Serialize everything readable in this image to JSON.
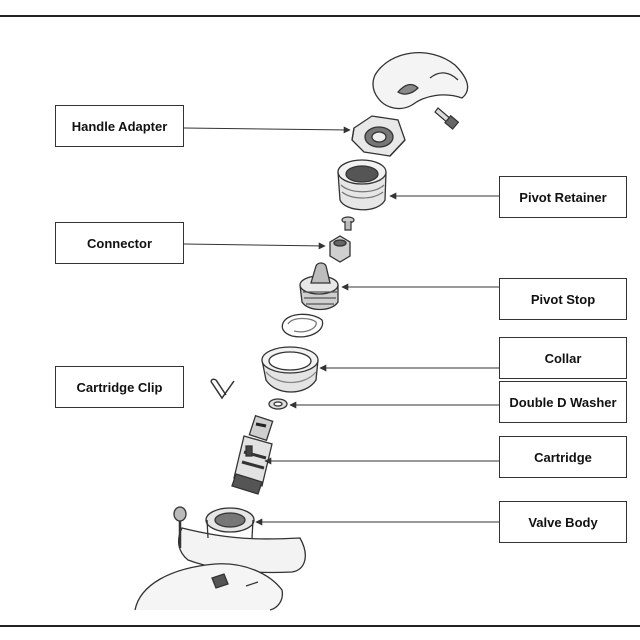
{
  "labels": {
    "handle_adapter": "Handle Adapter",
    "pivot_retainer": "Pivot Retainer",
    "connector": "Connector",
    "pivot_stop": "Pivot Stop",
    "collar": "Collar",
    "cartridge_clip": "Cartridge Clip",
    "double_d_washer": "Double D Washer",
    "cartridge": "Cartridge",
    "valve_body": "Valve Body"
  },
  "colors": {
    "line": "#333333",
    "part_fill": "#f2f2f2",
    "part_shade": "#9a9a9a",
    "dark": "#444444"
  }
}
